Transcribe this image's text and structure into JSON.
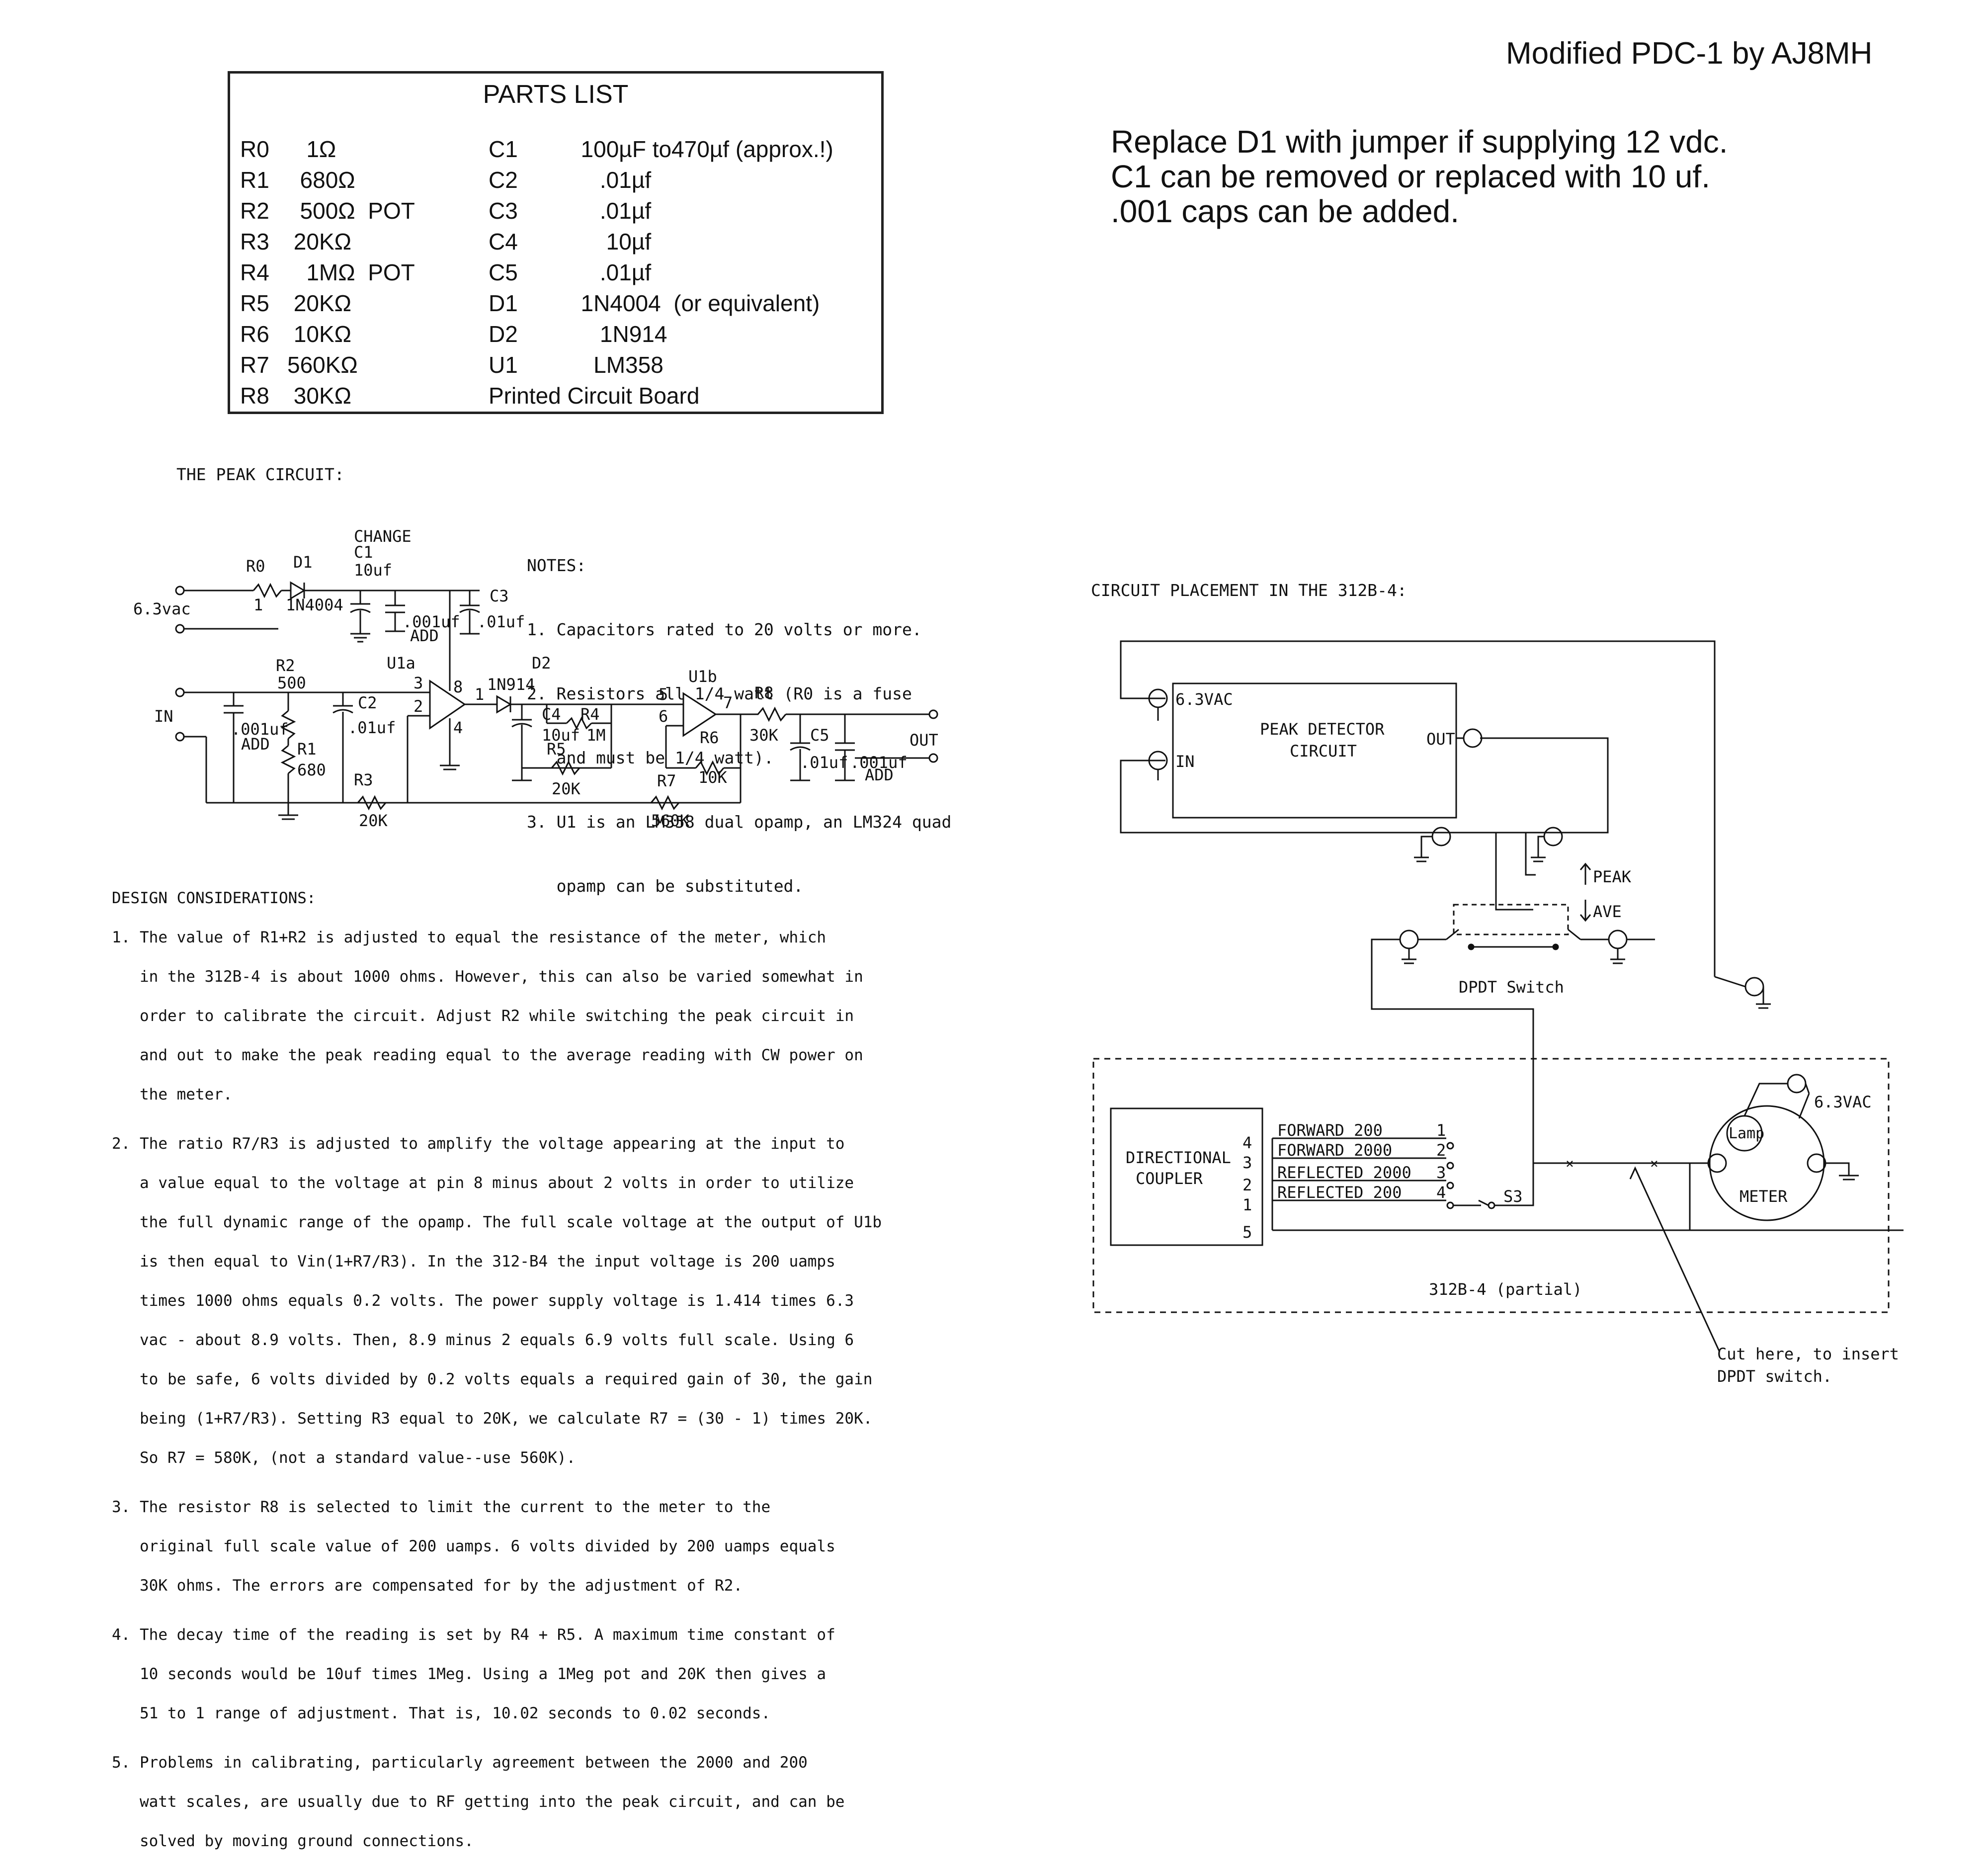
{
  "header": {
    "title": "Modified PDC-1 by AJ8MH"
  },
  "note": [
    "Replace D1 with jumper if supplying 12 vdc.",
    "C1 can be removed or replaced with 10 uf.",
    ".001 caps can be added."
  ],
  "parts_list": {
    "title": "PARTS LIST",
    "rows": [
      {
        "ref": "R0",
        "val": "   1Ω",
        "cref": "C1",
        "cval": "  100µF to470µf (approx.!)"
      },
      {
        "ref": "R1",
        "val": "  680Ω",
        "cref": "C2",
        "cval": "     .01µf"
      },
      {
        "ref": "R2",
        "val": "  500Ω  POT",
        "cref": "C3",
        "cval": "     .01µf"
      },
      {
        "ref": "R3",
        "val": " 20KΩ",
        "cref": "C4",
        "cval": "      10µf"
      },
      {
        "ref": "R4",
        "val": "   1MΩ  POT",
        "cref": "C5",
        "cval": "     .01µf"
      },
      {
        "ref": "R5",
        "val": " 20KΩ",
        "cref": "D1",
        "cval": "  1N4004  (or equivalent)"
      },
      {
        "ref": "R6",
        "val": " 10KΩ",
        "cref": "D2",
        "cval": "     1N914"
      },
      {
        "ref": "R7",
        "val": "560KΩ",
        "cref": "U1",
        "cval": "    LM358"
      },
      {
        "ref": "R8",
        "val": " 30KΩ",
        "cref": "Printed Circuit Board",
        "cval": ""
      }
    ]
  },
  "peak_circuit": {
    "heading": "THE PEAK CIRCUIT:",
    "labels": {
      "change": "CHANGE",
      "c1": "C1",
      "c1_val": "10uf",
      "r0": "R0",
      "d1": "D1",
      "r0_val": "1",
      "d1_val": "1N4004",
      "input_ac": "6.3vac",
      "c3": "C3",
      "c3_val": ".01uf",
      "add1_val": ".001uf",
      "add1": "ADD",
      "u1a": "U1a",
      "d2": "D2",
      "d2_val": "1N914",
      "u1b": "U1b",
      "r2": "R2",
      "r2_val": "500",
      "c2": "C2",
      "c2_val": ".01uf",
      "in": "IN",
      "add2_val": ".001uf",
      "add2": "ADD",
      "r1": "R1",
      "r1_val": "680",
      "r3": "R3",
      "r3_val": "20K",
      "pin3": "3",
      "pin2": "2",
      "pin8": "8",
      "pin4": "4",
      "pin1": "1",
      "c4": "C4",
      "c4_val": "10uf",
      "r4": "R4",
      "r4_val": "1M",
      "r5": "R5",
      "r5_val": "20K",
      "pin5": "5",
      "pin6": "6",
      "pin7": "7",
      "r6": "R6",
      "r6_val": "10K",
      "r7": "R7",
      "r7_val": "560K",
      "r8": "R8",
      "r8_val": "30K",
      "c5": "C5",
      "c5_val": ".01uf",
      "add3_val": ".001uf",
      "add3": "ADD",
      "out": "OUT"
    }
  },
  "notes": {
    "heading": "NOTES:",
    "lines": [
      "1. Capacitors rated to 20 volts or more.",
      "2. Resistors all 1/4 watt (R0 is a fuse",
      "   and must be 1/4 watt).",
      "3. U1 is an LM358 dual opamp, an LM324 quad",
      "   opamp can be substituted."
    ]
  },
  "placement": {
    "heading": "CIRCUIT PLACEMENT IN THE 312B-4:",
    "pd_input": "6.3VAC",
    "pd_in": "IN",
    "pd_title1": "PEAK DETECTOR",
    "pd_title2": "CIRCUIT",
    "pd_out": "OUT",
    "peak": "PEAK",
    "ave": "AVE",
    "dpdt": "DPDT Switch",
    "supply": "6.3VAC",
    "lamp": "Lamp",
    "meter": "METER",
    "coupler1": "DIRECTIONAL",
    "coupler2": "COUPLER",
    "pins": [
      "4",
      "3",
      "2",
      "1",
      "5"
    ],
    "lines": [
      {
        "label": "FORWARD 200",
        "num": "1"
      },
      {
        "label": "FORWARD 2000",
        "num": "2"
      },
      {
        "label": "REFLECTED 2000",
        "num": "3"
      },
      {
        "label": "REFLECTED 200",
        "num": "4"
      }
    ],
    "s3": "S3",
    "partial": "312B-4 (partial)",
    "cut1": "Cut here, to insert",
    "cut2": "DPDT switch."
  },
  "design": {
    "heading": "DESIGN CONSIDERATIONS:",
    "lines": [
      "1. The value of R1+R2 is adjusted to equal the resistance of the meter, which",
      "   in the 312B-4 is about 1000 ohms. However, this can also be varied somewhat in",
      "   order to calibrate the circuit. Adjust R2 while switching the peak circuit in",
      "   and out to make the peak reading equal to the average reading with CW power on",
      "   the meter.",
      "2. The ratio R7/R3 is adjusted to amplify the voltage appearing at the input to",
      "   a value equal to the voltage at pin 8 minus about 2 volts in order to utilize",
      "   the full dynamic range of the opamp. The full scale voltage at the output of U1b",
      "   is then equal to Vin(1+R7/R3). In the 312-B4 the input voltage is 200 uamps",
      "   times 1000 ohms equals 0.2 volts. The power supply voltage is 1.414 times 6.3",
      "   vac - about 8.9 volts. Then, 8.9 minus 2 equals 6.9 volts full scale. Using 6",
      "   to be safe, 6 volts divided by 0.2 volts equals a required gain of 30, the gain",
      "   being (1+R7/R3). Setting R3 equal to 20K, we calculate R7 = (30 - 1) times 20K.",
      "   So R7 = 580K, (not a standard value--use 560K).",
      "3. The resistor R8 is selected to limit the current to the meter to the",
      "   original full scale value of 200 uamps. 6 volts divided by 200 uamps equals",
      "   30K ohms. The errors are compensated for by the adjustment of R2.",
      "4. The decay time of the reading is set by R4 + R5. A maximum time constant of",
      "   10 seconds would be 10uf times 1Meg. Using a 1Meg pot and 20K then gives a",
      "   51 to 1 range of adjustment. That is, 10.02 seconds to 0.02 seconds.",
      "5. Problems in calibrating, particularly agreement between the 2000 and 200",
      "   watt scales, are usually due to RF getting into the peak circuit, and can be",
      "   solved by moving ground connections."
    ]
  }
}
